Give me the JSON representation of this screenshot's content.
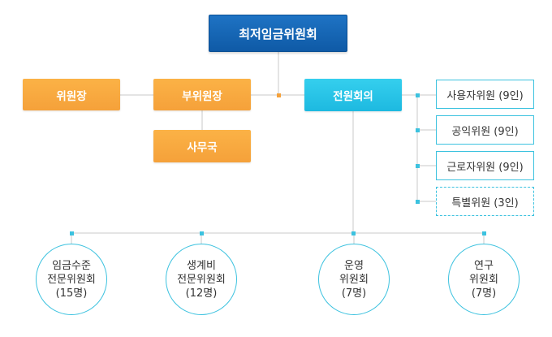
{
  "chart": {
    "top": "최저임금위원회",
    "chair": "위원장",
    "vice_chair": "부위원장",
    "secretariat": "사무국",
    "plenary": "전원회의",
    "members": [
      "사용자위원 (9인)",
      "공익위원 (9인)",
      "근로자위원 (9인)",
      "특별위원 (3인)"
    ],
    "committees": [
      {
        "line1": "임금수준",
        "line2": "전문위원회",
        "line3": "(15명)"
      },
      {
        "line1": "생계비",
        "line2": "전문위원회",
        "line3": "(12명)"
      },
      {
        "line1": "운영",
        "line2": "위원회",
        "line3": "(7명)"
      },
      {
        "line1": "연구",
        "line2": "위원회",
        "line3": "(7명)"
      }
    ]
  },
  "colors": {
    "top_box": "#1567b8",
    "orange_box": "#f8a93f",
    "plenary_box": "#2ac4e8",
    "connector_gray": "#c8c8c8",
    "accent_cyan": "#3cc2df",
    "junction_orange": "#f5a13a"
  }
}
